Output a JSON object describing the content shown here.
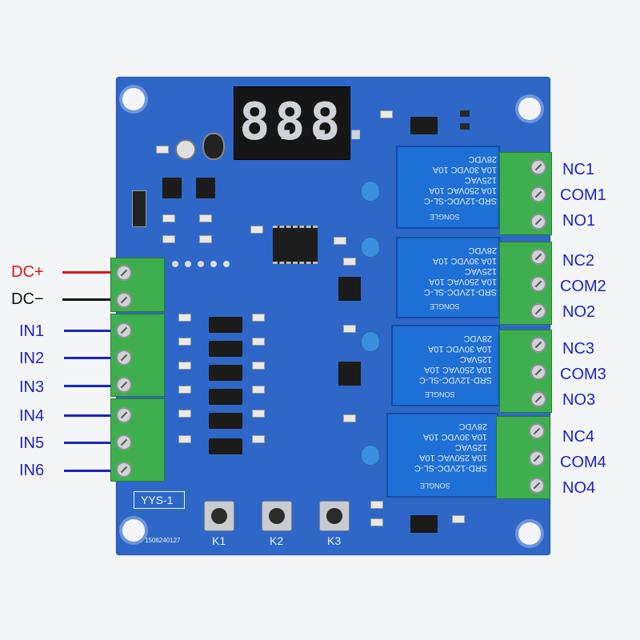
{
  "left_labels": {
    "dc_plus": "DC+",
    "dc_minus": "DC−",
    "inputs": [
      "IN1",
      "IN2",
      "IN3",
      "IN4",
      "IN5",
      "IN6"
    ]
  },
  "right_labels": [
    {
      "nc": "NC1",
      "com": "COM1",
      "no": "NO1"
    },
    {
      "nc": "NC2",
      "com": "COM2",
      "no": "NO2"
    },
    {
      "nc": "NC3",
      "com": "COM3",
      "no": "NO3"
    },
    {
      "nc": "NC4",
      "com": "COM4",
      "no": "NO4"
    }
  ],
  "display": {
    "digits": [
      "8.",
      "8.",
      "8."
    ]
  },
  "board": {
    "model": "YYS-1",
    "date_code": "1506240127",
    "buttons": [
      "K1",
      "K2",
      "K3"
    ]
  },
  "relay": {
    "model": "SRD-12VDC-SL-C",
    "rating_lines": [
      "10A 250VAC  10A 125VAC",
      "10A 30VDC  10A 28VDC"
    ],
    "brand": "SONGLE"
  },
  "colors": {
    "board": "#2f67c8",
    "terminal": "#3fae4e",
    "relay": "#1e6fd6",
    "input_label": "#1a23c8",
    "dc_plus_wire": "#d81818",
    "dc_minus_wire": "#111111"
  }
}
